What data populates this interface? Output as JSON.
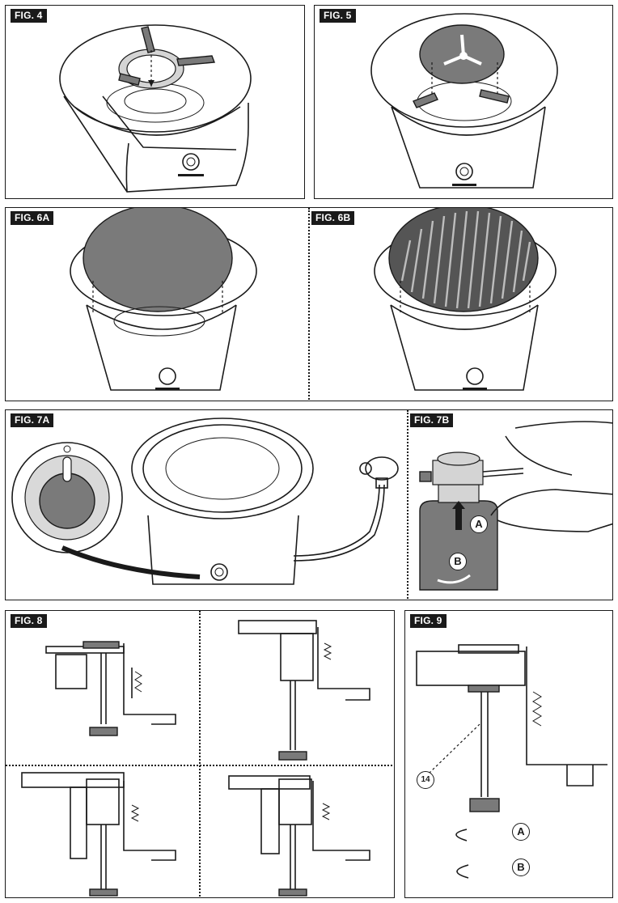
{
  "figures": {
    "fig4": {
      "label": "FIG. 4"
    },
    "fig5": {
      "label": "FIG. 5"
    },
    "fig6a": {
      "label": "FIG. 6A"
    },
    "fig6b": {
      "label": "FIG. 6B"
    },
    "fig7a": {
      "label": "FIG. 7A"
    },
    "fig7b": {
      "label": "FIG. 7B",
      "callout_a": "A",
      "callout_b": "B"
    },
    "fig8": {
      "label": "FIG. 8"
    },
    "fig9": {
      "label": "FIG. 9",
      "part_number": "14",
      "callout_a": "A",
      "callout_b": "B"
    }
  },
  "colors": {
    "ink": "#1a1a1a",
    "fill_dark": "#7a7a7a",
    "fill_light": "#d4d4d4"
  }
}
